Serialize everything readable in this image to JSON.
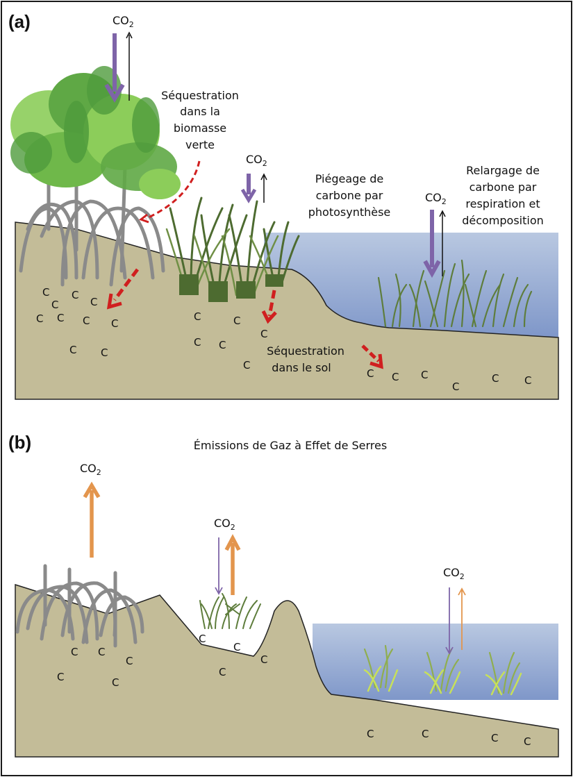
{
  "figure": {
    "colors": {
      "soil": "#c3bc98",
      "soil_outline": "#222222",
      "water_top": "#b9c8e1",
      "water_bottom": "#7f97c9",
      "uptake_arrow": "#7e64a8",
      "release_arrow_a": "#111111",
      "emission_arrow_b": "#e3954d",
      "sequestration_arrow": "#d01f1f",
      "root_gray": "#8a8a8a",
      "leaf_dark": "#4f9b3c",
      "leaf_light": "#8ccd5a",
      "grass_dark": "#4d6b30",
      "grass_mid": "#6f8f45",
      "seagrass_light": "#c7e05a"
    },
    "panel_a": {
      "label": "(a)",
      "co2_label_main": "CO",
      "co2_label_sub": "2",
      "texts": {
        "biomass_line1": "Séquestration",
        "biomass_line2": "dans la",
        "biomass_line3": "biomasse",
        "biomass_line4": "verte",
        "photosynthesis_line1": "Piégeage de",
        "photosynthesis_line2": "carbone par",
        "photosynthesis_line3": "photosynthèse",
        "release_line1": "Relargage de",
        "release_line2": "carbone par",
        "release_line3": "respiration et",
        "release_line4": "décomposition",
        "soil_line1": "Séquestration",
        "soil_line2": "dans le sol"
      },
      "carbon_symbol": "C",
      "habitats": [
        "mangrove",
        "salt-marsh",
        "seagrass"
      ]
    },
    "panel_b": {
      "label": "(b)",
      "title": "Émissions de Gaz à Effet de Serres",
      "co2_label_main": "CO",
      "co2_label_sub": "2",
      "carbon_symbol": "C",
      "habitats": [
        "degraded-mangrove",
        "degraded-salt-marsh",
        "degraded-seagrass"
      ]
    }
  }
}
